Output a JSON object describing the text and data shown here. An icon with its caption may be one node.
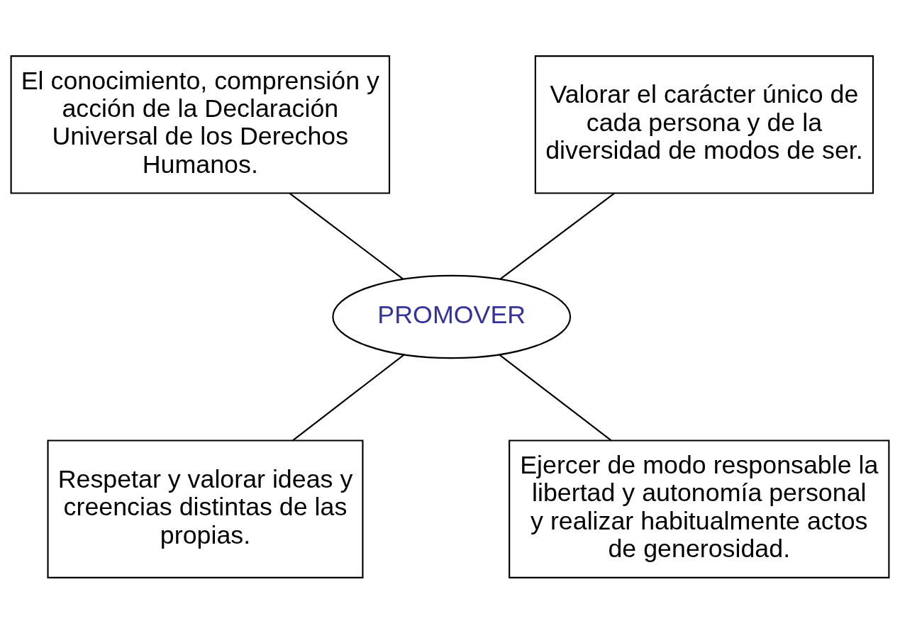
{
  "diagram": {
    "nodes": [
      {
        "text": [
          "El conocimiento, comprensión y acción de la Declaración Universal de los Derechos Humanos."
        ]
      },
      {
        "text": [
          "Valorar el carácter único de cada persona y de la diversidad de modos de ser."
        ]
      },
      {
        "text": [
          "PROMOVER"
        ]
      },
      {
        "text": [
          "Respetar y valorar ideas y creencias distintas de las propias."
        ]
      },
      {
        "text": [
          "Ejercer de modo responsable la libertad y autonomía personal y realizar habitualmente actos de generosidad."
        ]
      }
    ],
    "edges": [
      {
        "from": 0,
        "to": 2,
        "arrow": "none"
      },
      {
        "from": 1,
        "to": 2,
        "arrow": "none"
      },
      {
        "from": 2,
        "to": 3,
        "arrow": "none"
      },
      {
        "from": 2,
        "to": 4,
        "arrow": "none"
      }
    ]
  }
}
